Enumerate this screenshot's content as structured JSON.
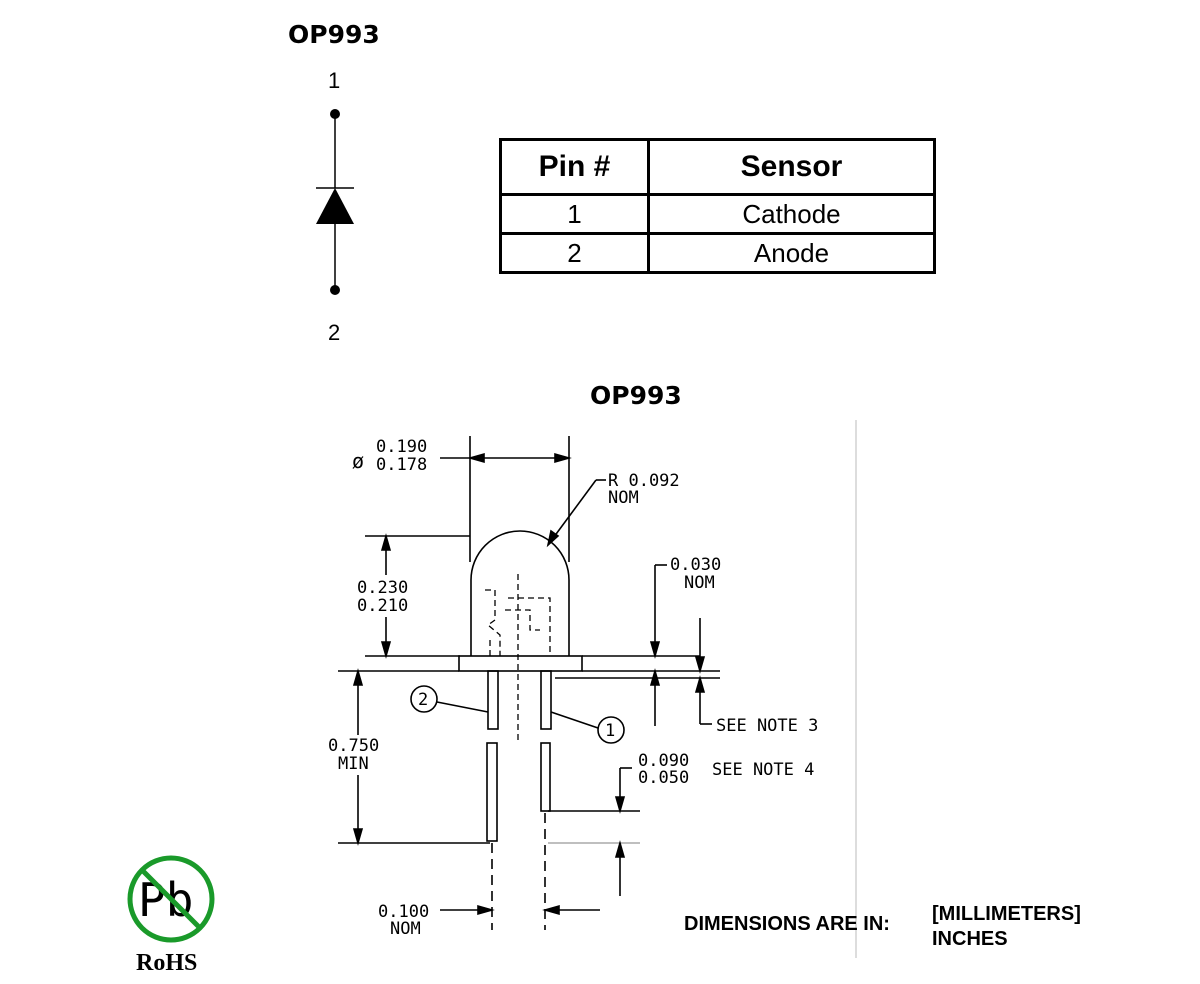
{
  "schematic": {
    "part": "OP993",
    "pin_top": "1",
    "pin_bottom": "2"
  },
  "pin_table": {
    "headers": [
      "Pin #",
      "Sensor"
    ],
    "rows": [
      {
        "pin": "1",
        "function": "Cathode"
      },
      {
        "pin": "2",
        "function": "Anode"
      }
    ]
  },
  "drawing": {
    "part": "OP993",
    "dims": {
      "dia_max": "0.190",
      "dia_min": "0.178",
      "radius": "R 0.092",
      "radius_nom": "NOM",
      "height_max": "0.230",
      "height_min": "0.210",
      "flange": "0.030",
      "flange_nom": "NOM",
      "lead_len": "0.750",
      "lead_len_min": "MIN",
      "see_note_3": "SEE NOTE 3",
      "lead_dim_a": "0.090",
      "lead_dim_b": "0.050",
      "see_note_4": "SEE NOTE 4",
      "spacing": "0.100",
      "spacing_nom": "NOM"
    },
    "callouts": {
      "pin2": "2",
      "pin1": "1"
    },
    "diameter_symbol": "ø"
  },
  "footer": {
    "dimensions_label": "DIMENSIONS ARE IN:",
    "unit_primary": "[MILLIMETERS]",
    "unit_secondary": "INCHES"
  },
  "rohs": {
    "symbol_text": "Pb",
    "label": "RoHS",
    "color": "#1a9a2a"
  }
}
